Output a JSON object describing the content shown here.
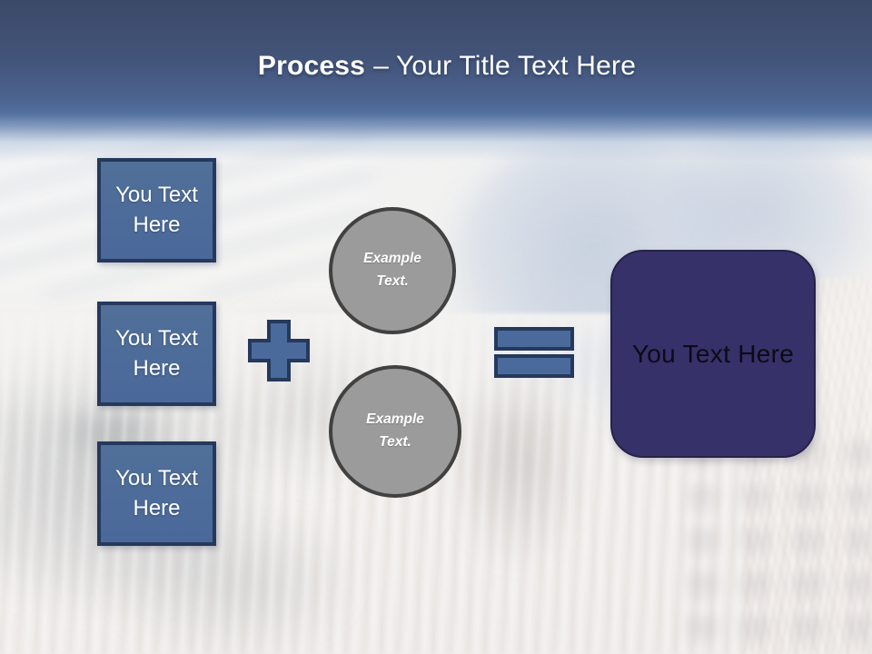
{
  "title": {
    "emphasis": "Process",
    "rest": "– Your Title Text Here"
  },
  "steps": [
    {
      "label": "You Text Here"
    },
    {
      "label": "You Text Here"
    },
    {
      "label": "You Text Here"
    }
  ],
  "operators": {
    "plus_icon": "plus",
    "equals_icon": "equals"
  },
  "examples": [
    {
      "label": "Example Text."
    },
    {
      "label": "Example Text."
    }
  ],
  "result": {
    "label": "You Text Here"
  },
  "colors": {
    "accent_blue": "#4b6a9c",
    "shape_border": "#25395c",
    "circle_fill": "#9b9b9b",
    "circle_border": "#414141",
    "result_fill": "#363169",
    "result_text": "#0b0b16",
    "header_top": "#3c4a68",
    "header_mid": "#4c6490",
    "title_text": "#ffffff"
  }
}
